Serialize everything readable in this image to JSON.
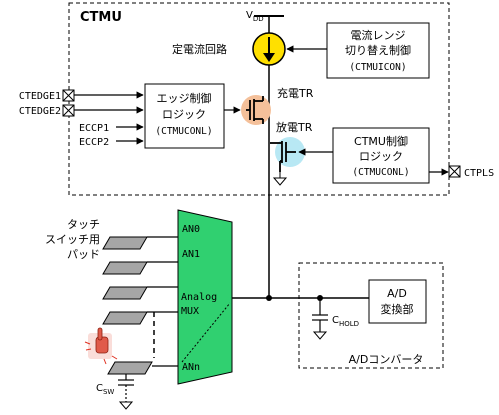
{
  "ctmu": {
    "title": "CTMU",
    "vdd_main": "V",
    "vdd_sub": "DD",
    "current_source": "定電流回路",
    "range_box": {
      "line1": "電流レンジ",
      "line2": "切り替え制御",
      "line3": "(CTMUICON)"
    },
    "edge_box": {
      "line1": "エッジ制御",
      "line2": "ロジック",
      "line3": "(CTMUCONL)"
    },
    "charge_tr": "充電TR",
    "discharge_tr": "放電TR",
    "ctmu_logic_box": {
      "line1": "CTMU制御",
      "line2": "ロジック",
      "line3": "(CTMUCONL)"
    },
    "pins": {
      "edge1": "CTEDGE1",
      "edge2": "CTEDGE2",
      "ctpls": "CTPLS"
    },
    "inputs": {
      "eccp1": "ECCP1",
      "eccp2": "ECCP2"
    }
  },
  "touch": {
    "line1": "タッチ",
    "line2": "スイッチ用",
    "line3": "パッド"
  },
  "mux": {
    "channels": [
      "AN0",
      "AN1",
      "ANn"
    ],
    "label1": "Analog",
    "label2": "MUX"
  },
  "csw": {
    "main": "C",
    "sub": "SW"
  },
  "adc": {
    "chold_main": "C",
    "chold_sub": "HOLD",
    "box_line1": "A/D",
    "box_line2": "変換部",
    "title": "A/Dコンバータ"
  },
  "colors": {
    "current_source": "#ffe000",
    "charge_tr": "#f4c09a",
    "discharge_tr": "#b8e8f4",
    "mux": "#30d070",
    "pad": "#a6a6a6",
    "finger": "#e05a4a"
  }
}
